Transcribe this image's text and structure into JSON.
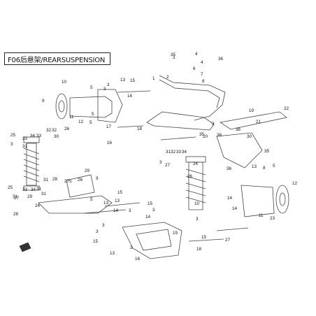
{
  "title": "F06后悬架/REARSUSPENSION",
  "callouts": [
    {
      "label": "1"
    },
    {
      "label": "2"
    },
    {
      "label": "3"
    },
    {
      "label": "4"
    },
    {
      "label": "4"
    },
    {
      "label": "35"
    },
    {
      "label": "36"
    },
    {
      "label": "5"
    },
    {
      "label": "6"
    },
    {
      "label": "7"
    },
    {
      "label": "8"
    },
    {
      "label": "3"
    },
    {
      "label": "10"
    },
    {
      "label": "9"
    },
    {
      "label": "5"
    },
    {
      "label": "3"
    },
    {
      "label": "13"
    },
    {
      "label": "15"
    },
    {
      "label": "14"
    },
    {
      "label": "3"
    },
    {
      "label": "19"
    },
    {
      "label": "22"
    },
    {
      "label": "11"
    },
    {
      "label": "12"
    },
    {
      "label": "5"
    },
    {
      "label": "17"
    },
    {
      "label": "18"
    },
    {
      "label": "16"
    },
    {
      "label": "20"
    },
    {
      "label": "21"
    },
    {
      "label": "25"
    },
    {
      "label": "33"
    },
    {
      "label": "34"
    },
    {
      "label": "33"
    },
    {
      "label": "32"
    },
    {
      "label": "31"
    },
    {
      "label": "3"
    },
    {
      "label": "26"
    },
    {
      "label": "32"
    },
    {
      "label": "30"
    },
    {
      "label": "35"
    },
    {
      "label": "36"
    },
    {
      "label": "28"
    },
    {
      "label": "5"
    },
    {
      "label": "25"
    },
    {
      "label": "26"
    },
    {
      "label": "31"
    },
    {
      "label": "29"
    },
    {
      "label": "33"
    },
    {
      "label": "34"
    },
    {
      "label": "29"
    },
    {
      "label": "27"
    },
    {
      "label": "28"
    },
    {
      "label": "9"
    },
    {
      "label": "24"
    },
    {
      "label": "31"
    },
    {
      "label": "31"
    },
    {
      "label": "31"
    },
    {
      "label": "27"
    },
    {
      "label": "5"
    },
    {
      "label": "13"
    },
    {
      "label": "14"
    },
    {
      "label": "15"
    },
    {
      "label": "13"
    },
    {
      "label": "3"
    },
    {
      "label": "3"
    },
    {
      "label": "15"
    },
    {
      "label": "14"
    },
    {
      "label": "3"
    },
    {
      "label": "15"
    },
    {
      "label": "3"
    },
    {
      "label": "26"
    },
    {
      "label": "27"
    },
    {
      "label": "24"
    },
    {
      "label": "10"
    },
    {
      "label": "12"
    },
    {
      "label": "11"
    },
    {
      "label": "23"
    },
    {
      "label": "35"
    },
    {
      "label": "36"
    },
    {
      "label": "30"
    },
    {
      "label": "3"
    },
    {
      "label": "13"
    },
    {
      "label": "15"
    },
    {
      "label": "18"
    },
    {
      "label": "27"
    },
    {
      "label": "16"
    },
    {
      "label": "14"
    },
    {
      "label": "19"
    },
    {
      "label": "5"
    },
    {
      "label": "36"
    },
    {
      "label": "34"
    },
    {
      "label": "33"
    },
    {
      "label": "32"
    },
    {
      "label": "31"
    },
    {
      "label": "3"
    },
    {
      "label": "8"
    },
    {
      "label": "13"
    },
    {
      "label": "14"
    },
    {
      "label": "3"
    }
  ]
}
